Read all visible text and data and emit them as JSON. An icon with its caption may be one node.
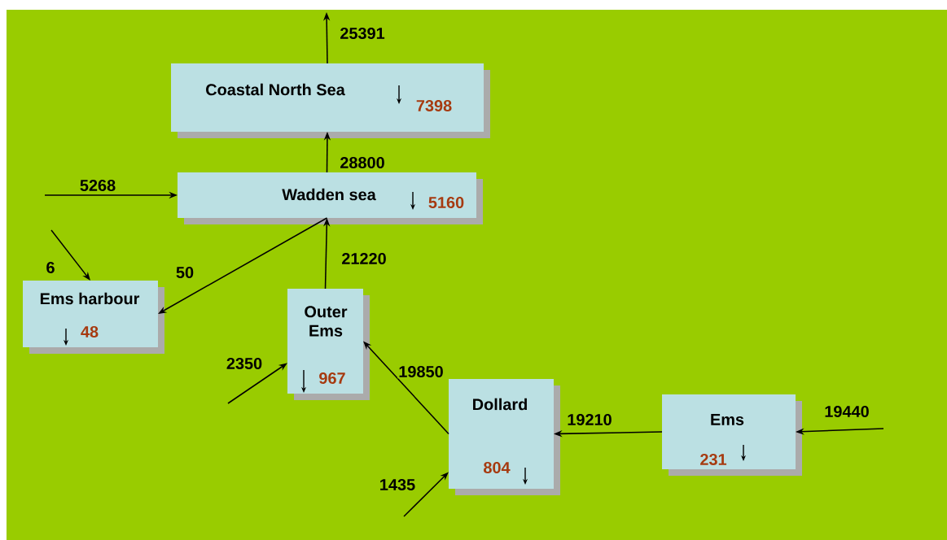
{
  "diagram": {
    "nodes": [
      {
        "text": [
          "Coastal North Sea",
          "7398"
        ]
      },
      {
        "text": [
          "Wadden sea",
          "5160"
        ]
      },
      {
        "text": [
          "Ems harbour",
          "48"
        ]
      },
      {
        "text": [
          "Outer Ems",
          "967"
        ]
      },
      {
        "text": [
          "Dollard",
          "804"
        ]
      },
      {
        "text": [
          "Ems",
          "231"
        ]
      }
    ],
    "edges": [
      {
        "from": 0,
        "to": null,
        "arrow": "to",
        "label": "25391"
      },
      {
        "from": 1,
        "to": 0,
        "arrow": "to",
        "label": "28800"
      },
      {
        "from": null,
        "to": 1,
        "arrow": "to",
        "label": "5268"
      },
      {
        "from": null,
        "to": 2,
        "arrow": "to",
        "label": "6"
      },
      {
        "from": 1,
        "to": 2,
        "arrow": "to",
        "label": "50"
      },
      {
        "from": 3,
        "to": 1,
        "arrow": "to",
        "label": "21220"
      },
      {
        "from": null,
        "to": 3,
        "arrow": "to",
        "label": "2350"
      },
      {
        "from": 4,
        "to": 3,
        "arrow": "to",
        "label": "19850"
      },
      {
        "from": null,
        "to": 4,
        "arrow": "to",
        "label": "1435"
      },
      {
        "from": 5,
        "to": 4,
        "arrow": "to",
        "label": "19210"
      },
      {
        "from": null,
        "to": 5,
        "arrow": "to",
        "label": "19440"
      }
    ]
  }
}
